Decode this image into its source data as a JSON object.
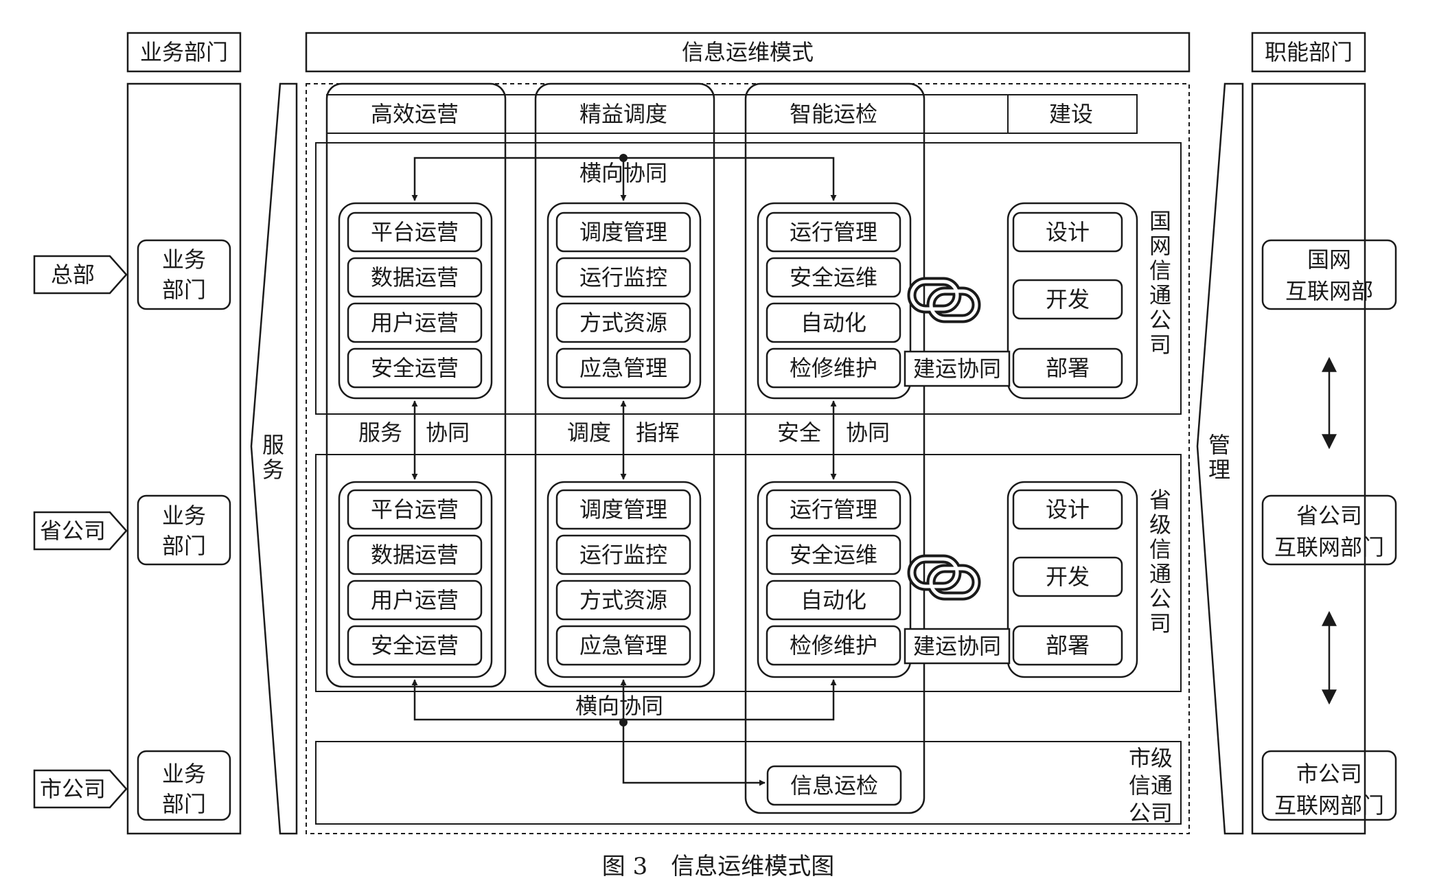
{
  "header": {
    "left_dept": "业务部门",
    "center_mode": "信息运维模式",
    "right_dept": "职能部门"
  },
  "left_levels": [
    {
      "tag": "总部",
      "box": "业务部门"
    },
    {
      "tag": "省公司",
      "box": "业务部门"
    },
    {
      "tag": "市公司",
      "box": "业务部门"
    }
  ],
  "service_label": "服务",
  "manage_label": "管理",
  "columns": {
    "ops": "高效运营",
    "dispatch": "精益调度",
    "inspect": "智能运检",
    "build": "建设"
  },
  "horizontal_collab": "横向协同",
  "state_grid_company": "国网信通公司",
  "province_company": "省级信通公司",
  "city_company": "市级信通公司",
  "ops_items": [
    "平台运营",
    "数据运营",
    "用户运营",
    "安全运营"
  ],
  "dispatch_items": [
    "调度管理",
    "运行监控",
    "方式资源",
    "应急管理"
  ],
  "inspect_items": [
    "运行管理",
    "安全运维",
    "自动化",
    "检修维护"
  ],
  "build_items": [
    "设计",
    "开发",
    "部署"
  ],
  "build_ops_collab": "建运协同",
  "middle_labels": {
    "service": "服务",
    "collab1": "协同",
    "dispatch": "调度",
    "command": "指挥",
    "safety": "安全",
    "collab3": "协同"
  },
  "city_box": "信息运检",
  "right_depts": {
    "hq": [
      "国网",
      "互联网部"
    ],
    "province": [
      "省公司",
      "互联网部门"
    ],
    "city": [
      "市公司",
      "互联网部门"
    ]
  },
  "caption": "图 3　信息运维模式图"
}
